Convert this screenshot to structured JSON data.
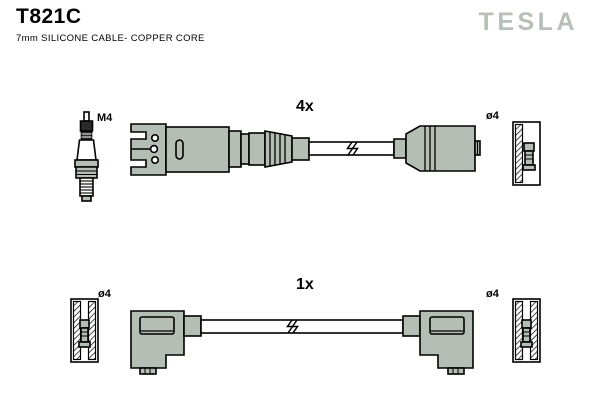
{
  "sheet": {
    "background_color": "#ffffff",
    "line_color": "#000000",
    "metal_fill_color": "#b4beb4",
    "brand_color": "#b7c0b7"
  },
  "header": {
    "part_code": "T821C",
    "subtitle": "7mm SILICONE CABLE- COPPER CORE",
    "brand": "TESLA"
  },
  "assemblies": [
    {
      "id": "upper",
      "quantity_label": "4x",
      "spark_plug": {
        "name": "spark-plug",
        "thread_label": "M4"
      },
      "plug_connector": {
        "name": "spark-plug-boot-connector"
      },
      "cable": {
        "name": "ignition-cable",
        "has_break_symbol": true
      },
      "distributor_boot": {
        "name": "distributor-boot"
      },
      "terminal_socket": {
        "name": "distributor-terminal-socket",
        "dimension_label": "ø4"
      }
    },
    {
      "id": "lower",
      "quantity_label": "1x",
      "left_terminal_socket": {
        "name": "coil-terminal-socket",
        "dimension_label": "ø4"
      },
      "left_connector": {
        "name": "right-angle-connector-left"
      },
      "cable": {
        "name": "ignition-cable",
        "has_break_symbol": true
      },
      "right_connector": {
        "name": "right-angle-connector-right"
      },
      "right_terminal_socket": {
        "name": "distributor-terminal-socket",
        "dimension_label": "ø4"
      }
    }
  ]
}
